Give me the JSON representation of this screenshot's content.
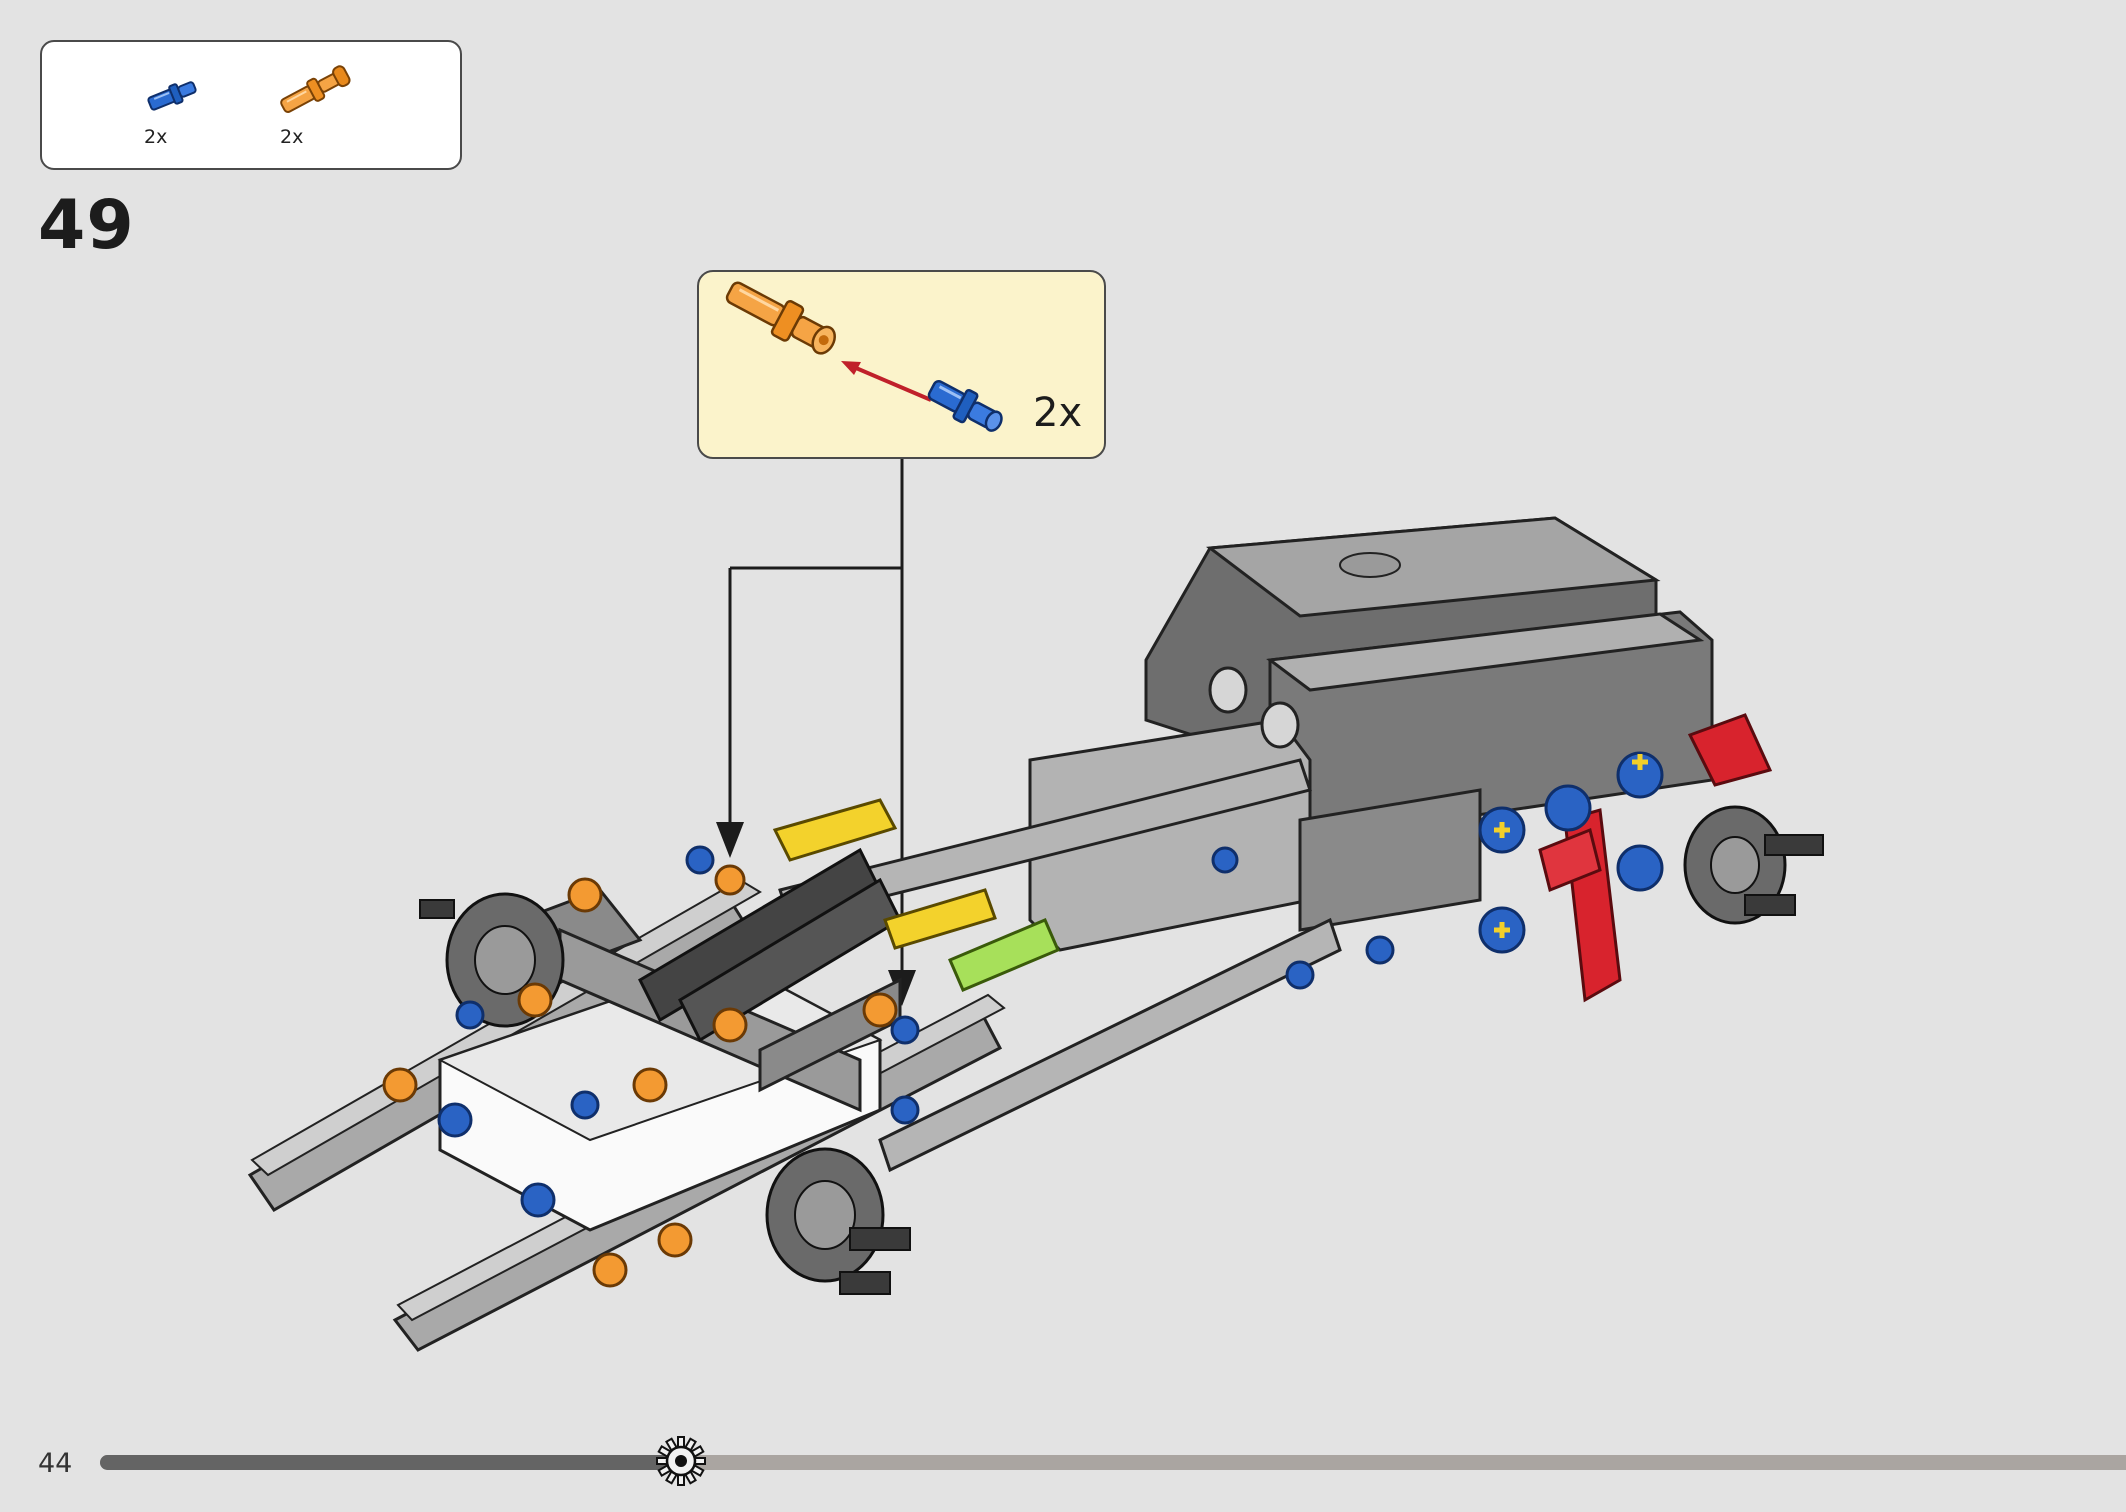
{
  "page": {
    "step_number": "49",
    "page_number": "44",
    "progress": 0.285
  },
  "parts_list": [
    {
      "name": "blue-axle-pin",
      "color": "#1f5fbf",
      "quantity": "2x"
    },
    {
      "name": "orange-long-pin-with-bush",
      "color": "#f39a32",
      "quantity": "2x"
    }
  ],
  "callout": {
    "quantity": "2x",
    "arrow_color": "#c0202a"
  },
  "colors": {
    "background": "#e3e3e3",
    "callout_fill": "#fbf3cb",
    "progress_done": "#646464",
    "progress_todo": "#aaa5a1"
  }
}
